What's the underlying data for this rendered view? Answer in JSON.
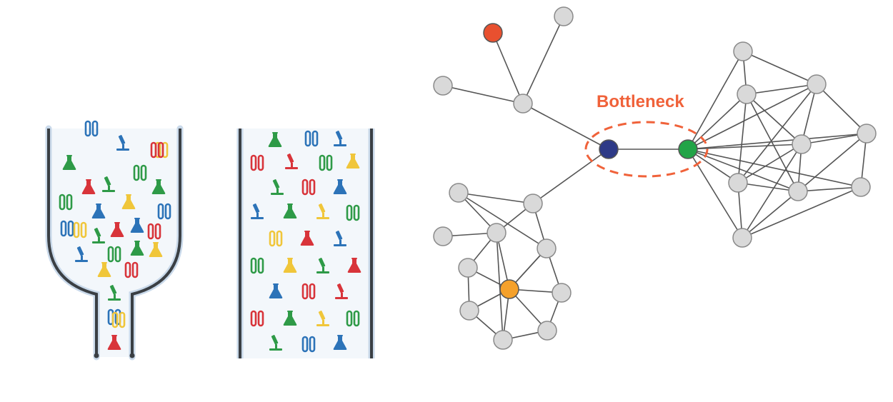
{
  "annotation": {
    "text": "Bottleneck",
    "color": "#f0623a"
  },
  "palette": {
    "node_fill": "#d9d9d9",
    "node_stroke": "#8a8a8a",
    "edge": "#555555",
    "red_node": "#e8502f",
    "blue_node": "#2e3a87",
    "green_node": "#22a447",
    "orange_node": "#f5a12b",
    "wall": "#3a3f44",
    "wall_glow": "#c9d9ea",
    "item_green": "#2e9a47",
    "item_red": "#d8343a",
    "item_blue": "#2c73b8",
    "item_yellow": "#f0c63a"
  },
  "illustration": {
    "left_container": "narrowing-bottle",
    "right_container": "straight-tube",
    "item_icons": [
      "flask-icon",
      "microscope-icon",
      "test-tubes-icon"
    ]
  }
}
